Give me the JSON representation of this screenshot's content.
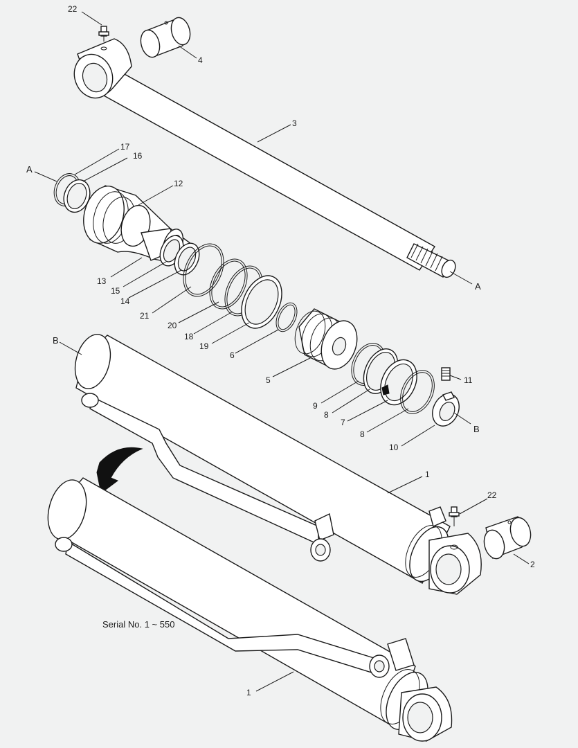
{
  "caption": "Serial No. 1 ~ 550",
  "parts": {
    "p22_top": "22",
    "p4": "4",
    "p3": "3",
    "p17": "17",
    "p16": "16",
    "pA_left": "A",
    "p12": "12",
    "p13": "13",
    "p15": "15",
    "p14": "14",
    "p21": "21",
    "p20": "20",
    "p18": "18",
    "p19": "19",
    "p6": "6",
    "pA_right": "A",
    "pB_left": "B",
    "p5": "5",
    "p11": "11",
    "p9": "9",
    "p8_upper": "8",
    "p7": "7",
    "p8_lower": "8",
    "pB_right": "B",
    "p10": "10",
    "p1_upper": "1",
    "p22_bottom": "22",
    "p2": "2",
    "p1_lower": "1"
  }
}
